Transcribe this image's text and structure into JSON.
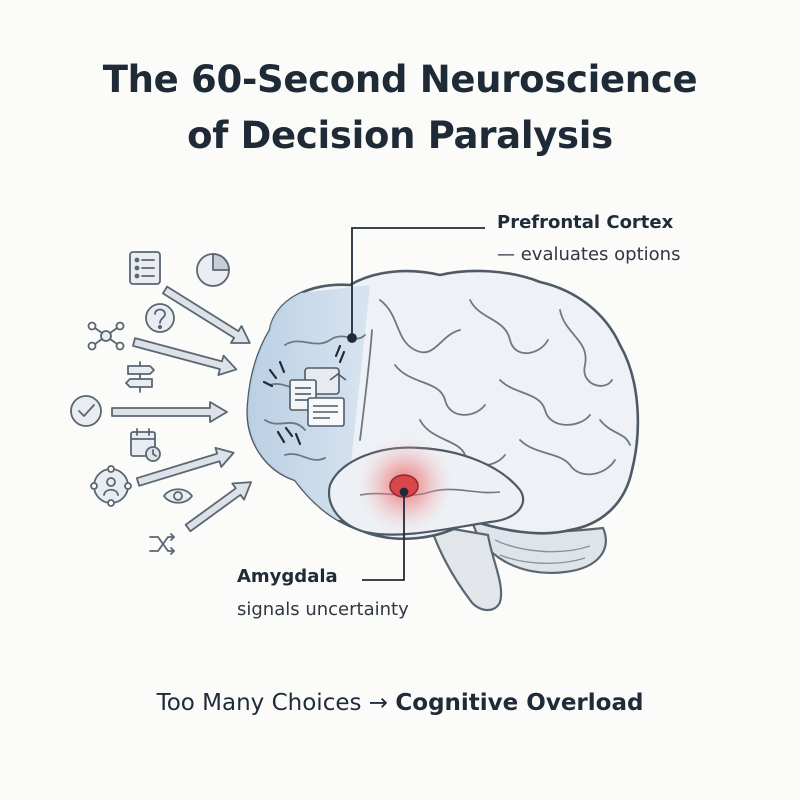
{
  "title": {
    "line1": "The 60-Second Neuroscience",
    "line2": "of Decision Paralysis"
  },
  "callouts": {
    "prefrontal": {
      "title": "Prefrontal Cortex",
      "subtitle": "— evaluates options"
    },
    "amygdala": {
      "title": "Amygdala",
      "subtitle": "signals uncertainty"
    }
  },
  "tagline": {
    "prefix": "Too Many Choices",
    "arrow": "→",
    "emphasis": "Cognitive Overload"
  },
  "colors": {
    "prefrontal_fill": "#c9d9ea",
    "amygdala_glow": "#e8454a",
    "brain_fill": "#eef1f5",
    "outline": "#5b6673",
    "arrow_fill": "#dde2e8"
  },
  "icons": [
    "checklist-icon",
    "pie-chart-icon",
    "question-icon",
    "network-icon",
    "signpost-icon",
    "checkmark-icon",
    "calendar-clock-icon",
    "people-network-icon",
    "eye-icon",
    "shuffle-icon"
  ]
}
